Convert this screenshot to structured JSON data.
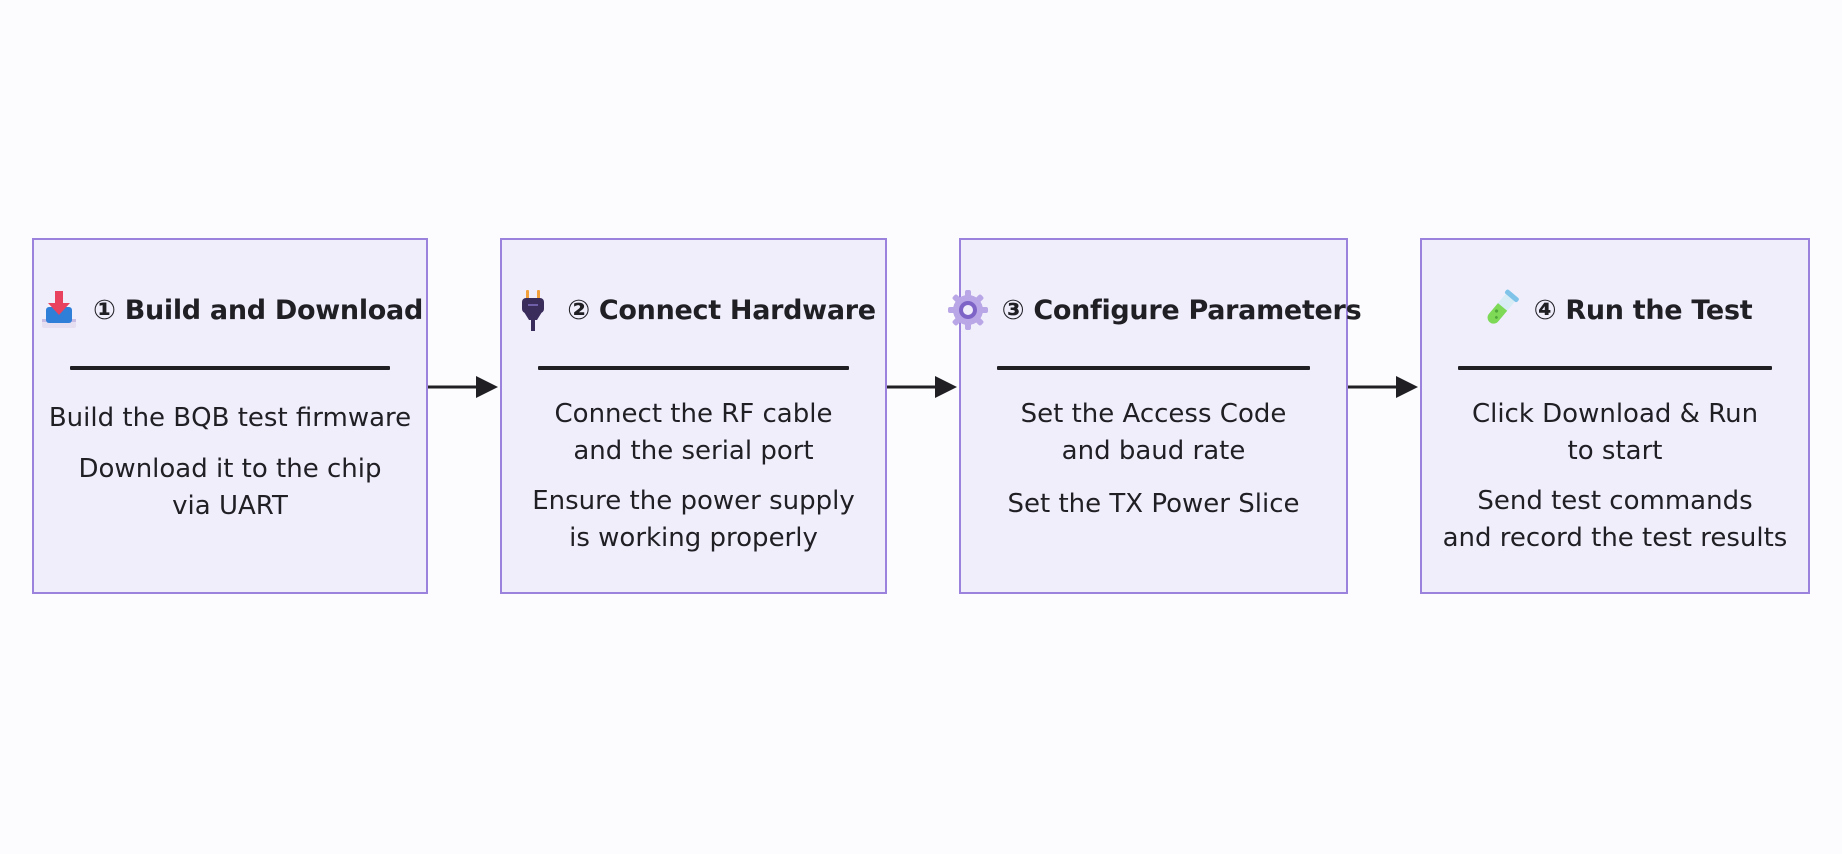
{
  "steps": [
    {
      "number": "①",
      "title": "Build and Download",
      "icon": "download-icon",
      "lines": [
        "Build the BQB test firmware",
        "Download it to the chip\nvia UART"
      ]
    },
    {
      "number": "②",
      "title": "Connect Hardware",
      "icon": "plug-icon",
      "lines": [
        "Connect the RF cable\nand the serial port",
        "Ensure the power supply\nis working properly"
      ]
    },
    {
      "number": "③",
      "title": "Configure Parameters",
      "icon": "gear-icon",
      "lines": [
        "Set the Access Code\nand baud rate",
        "Set the TX Power Slice"
      ]
    },
    {
      "number": "④",
      "title": "Run the Test",
      "icon": "test-tube-icon",
      "lines": [
        "Click Download & Run\nto start",
        "Send test commands\nand record the test results"
      ]
    }
  ],
  "colors": {
    "box_fill": "#f1eefc",
    "box_border": "#9a82dd",
    "divider": "#202024",
    "arrow": "#1f1f24"
  }
}
